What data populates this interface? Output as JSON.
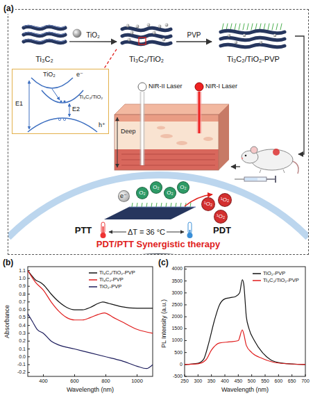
{
  "diagram": {
    "nodes": [
      {
        "text": [
          "(a)"
        ]
      },
      {
        "text": [
          "Ti₃C₂"
        ],
        "in": 0
      },
      {
        "text": [
          "Ti₃C₂/TiO₂"
        ],
        "in": 0
      },
      {
        "text": [
          "Ti₃C₂/TiO₂-PVP"
        ],
        "in": 0
      },
      {
        "text": [
          "TiO₂",
          "E1",
          "E2",
          "Ti₃C₂/TiO₂",
          "e⁻",
          "h⁺"
        ],
        "in": 0
      },
      {
        "text": [
          "Deep"
        ],
        "in": 0
      },
      {
        "text": [
          "PTT",
          "ΔT = 36 °C",
          "PDT",
          "PDT/PTT Synergistic therapy"
        ],
        "in": 0
      },
      {
        "text": [
          "e⁻"
        ],
        "in": 6
      },
      {
        "text": [
          "O₂"
        ],
        "in": 6
      },
      {
        "text": [
          "O₂"
        ],
        "in": 6
      },
      {
        "text": [
          "O₂"
        ],
        "in": 6
      },
      {
        "text": [
          "O₂"
        ],
        "in": 6
      },
      {
        "text": [
          "¹O₂"
        ],
        "in": 6
      },
      {
        "text": [
          "¹O₂"
        ],
        "in": 6
      },
      {
        "text": [
          "¹O₂"
        ],
        "in": 6
      }
    ],
    "edges": [
      {
        "from": 1,
        "to": 2,
        "label": "TiO₂",
        "arrow": "to"
      },
      {
        "from": 2,
        "to": 3,
        "label": "PVP",
        "arrow": "to"
      },
      {
        "from": 2,
        "to": 4,
        "arrow": "none"
      }
    ],
    "labels": [
      "NIR-II Laser",
      "NIR-I Laser",
      "(b)",
      "Absorbance",
      "Wavelength (nm)",
      "1.1",
      "1.0",
      "0.9",
      "0.8",
      "0.7",
      "0.6",
      "0.5",
      "0.4",
      "0.3",
      "0.2",
      "0.1",
      "0.0",
      "-0.1",
      "-0.2",
      "400",
      "600",
      "800",
      "1000",
      "(c)",
      "PL Intensity (a.u.)",
      "Wavelength (nm)",
      "4000",
      "3500",
      "3000",
      "2500",
      "2000",
      "1500",
      "1000",
      "500",
      "0",
      "-500",
      "250",
      "300",
      "350",
      "400",
      "450",
      "500",
      "550",
      "600",
      "650",
      "700"
    ],
    "legend": [
      {
        "text": "Ti₃C₂/TiO₂-PVP"
      },
      {
        "text": "Ti₃C₂-PVP"
      },
      {
        "text": "TiO₂-PVP"
      },
      {
        "text": "TiO₂-PVP"
      },
      {
        "text": "Ti₃C₂/TiO₂-PVP"
      }
    ]
  }
}
